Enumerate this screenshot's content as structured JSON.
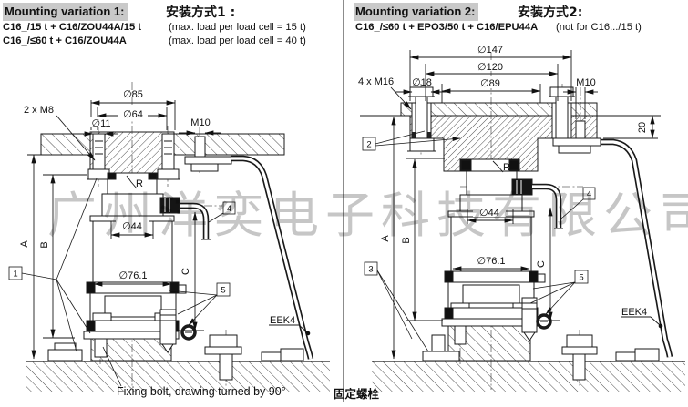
{
  "watermark": "广州洋奕电子科技有限公司",
  "panel1": {
    "title": "Mounting variation 1:",
    "title_cn": "安装方式1 :",
    "spec1_model": "C16_/15 t + C16/ZOU44A/15 t",
    "spec1_note": "(max. load per load cell = 15 t)",
    "spec2_model": "C16_/≤60 t + C16/ZOU44A",
    "spec2_note": "(max. load per load cell = 40 t)",
    "dims": {
      "d85": "∅85",
      "d64": "∅64",
      "d11": "∅11",
      "m10": "M10",
      "m8": "2 x M8",
      "r": "R",
      "d44": "∅44",
      "d761": "∅76.1",
      "a": "A",
      "b": "B",
      "c": "C"
    },
    "cable_label": "EEK4",
    "balloons": {
      "b1": "1",
      "b4": "4",
      "b5": "5"
    }
  },
  "panel2": {
    "title": "Mounting variation 2:",
    "title_cn": "安装方式2:",
    "spec1_model": "C16_/≤60 t + EPO3/50 t + C16/EPU44A",
    "spec1_note": "(not for C16.../15 t)",
    "dims": {
      "d147": "∅147",
      "d120": "∅120",
      "d89": "∅89",
      "d18": "∅18",
      "m16": "4 x M16",
      "m10": "M10",
      "n20": "20",
      "r": "R",
      "d44": "∅44",
      "d761": "∅76.1",
      "a": "A",
      "b": "B",
      "c": "C"
    },
    "cable_label": "EEK4",
    "balloons": {
      "b2": "2",
      "b3": "3",
      "b4": "4",
      "b5": "5"
    }
  },
  "footer": {
    "en": "Fixing bolt, drawing turned by 90°",
    "cn": "固定螺栓"
  }
}
